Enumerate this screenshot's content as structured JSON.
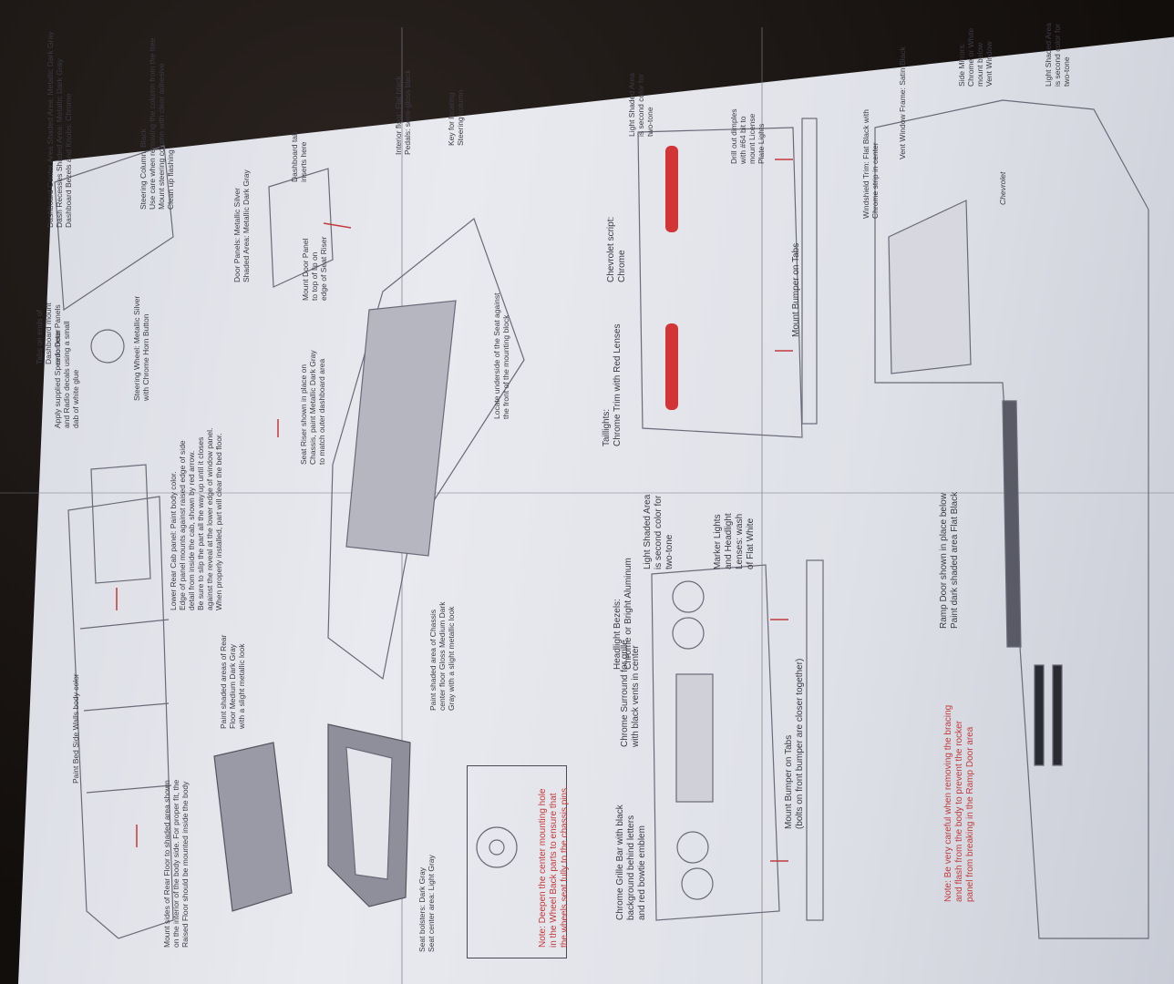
{
  "labels": {
    "bed_side_walls": "Paint Bed Side Walls body color",
    "rear_floor": "Mount sides of Rear Floor to shaded area shown\non the interior of the body side. For proper fit, the\nRaised Floor should be mounted inside the body",
    "rear_floor_paint": "Paint shaded areas of Rear\nFloor Medium Dark Gray\nwith a slight metallic look",
    "seat_bolsters": "Seat bolsters: Dark Gray\nSeat center area: Light Gray",
    "lower_rear_cab": "Lower Rear Cab panel: Paint body color.\nEdge of panel mounts against raised edge of side\ndetail from inside the cab, shown by red arrow.\nBe sure to slip the part all the way up until it closes\nagainst the reveal at the lower edge of window panel.\nWhen properly installed, part will clear the bed floor.",
    "chassis_floor": "Paint shaded area of Chassis\ncenter floor Gloss Medium Dark\nGray with a slight metallic look",
    "seat_riser": "Seat Riser shown in place on\nChassis, paint Metallic Dark Gray\nto match outer dashboard area",
    "seat_locate": "Locate underside of the Seat against\nthe front of the mounting block",
    "tabs_dash": "Tabs on ends of\nDashboard mount\nonto Door Panels",
    "speedometer": "Apply supplied Speedometer\nand Radio decals using a small\ndab of white glue",
    "dashboard": "Dashboard Center Area Shaded Area: Metallic Dark Gray\nDash Recesses Shaded Area: Metallic Dark Gray\nDashboard Bezels and Knobs: Chrome",
    "steering_wheel": "Steering Wheel: Metallic Silver\nwith Chrome Horn Button",
    "door_panels": "Door Panels: Metallic Silver\nShaded Area: Metallic Dark Gray",
    "dash_tab": "Dashboard tab\ninserts here",
    "mount_door_panel": "Mount Door Panel\nto top of lip on\nedge of Seat Riser",
    "interior_floor": "Interior floor: Flat black\nPedals: semi-gloss black",
    "key_steering": "Key for locating\nSteering column",
    "steering_column": "Steering Column: Black\nUse care when removing the column from the tree\nMount steering column with clear adhesive\nClean up flashing",
    "taillights": "Taillights:\nChrome Trim with Red Lenses",
    "chevrolet_script": "Chevrolet script:\nChrome",
    "light_shaded_rear": "Light Shaded Area\nis second color for\ntwo-tone",
    "drill_dimples": "Drill out dimples\nwith #64 bit to\nmount License\nPlate Lights",
    "mount_bumper_rear": "Mount Bumper on Tabs",
    "headlight_bezels": "Headlight Bezels:\nChrome or Bright Aluminum",
    "chrome_surround": "Chrome Surround for grille\nwith black vents in center",
    "light_shaded_front": "Light Shaded Area\nis second color for\ntwo-tone",
    "marker_lights": "Marker Lights\nand Headlight\nLenses: wash\nof Flat White",
    "chrome_grille": "Chrome Grille Bar with black\nbackground behind letters\nand red bowtie emblem",
    "mount_bumper_front": "Mount Bumper on Tabs\n(bolts on front bumper are closer together)",
    "note_wheel": "Note: Deepen the center mounting hole\nin the Wheel Back parts to ensure that\nthe wheels seat fully to the chassis pins.",
    "windshield": "Windshield Trim: Flat Black with\nChrome strip in center",
    "vent_window": "Vent Window Frame: Satin Black",
    "side_mirrors": "Side Mirrors:\nChrome or White\nmount below\nVent Window",
    "light_shaded_side": "Light Shaded Area\nis second color for\ntwo-tone",
    "ramp_door": "Ramp Door shown in place below\nPaint dark shaded area Flat Black",
    "note_bracing": "Note: Be very careful when removing the bracing\nand flash from the body to prevent the rocker\npanel from breaking in the Ramp Door area",
    "script_badge": "Chevrolet"
  },
  "colors": {
    "paper": "#e3e4ea",
    "ink": "#3a3a44",
    "accent_red": "#c23a3a",
    "taillight_red": "#d23535"
  }
}
